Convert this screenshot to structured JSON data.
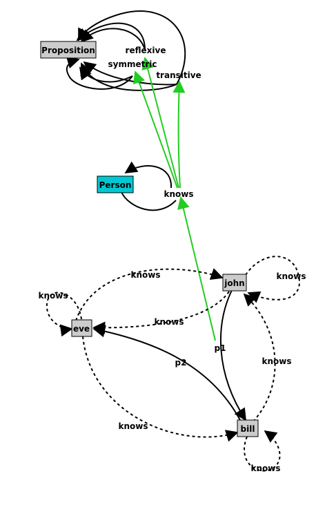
{
  "colors": {
    "node_gray": "#cccccc",
    "node_cyan": "#00c8d2",
    "edge_black": "#000000",
    "edge_green": "#22cc22"
  },
  "nodes": {
    "proposition": "Proposition",
    "person": "Person",
    "john": "john",
    "eve": "eve",
    "bill": "bill"
  },
  "labels": {
    "reflexive": "reflexive",
    "symmetric": "symmetric",
    "transitive": "transitive",
    "knows_property": "knows",
    "knows_john_loop": "knows",
    "knows_eve_loop": "knows",
    "knows_bill_loop": "knows",
    "knows_eve_to_john": "knows",
    "knows_john_to_eve": "knows",
    "knows_bill_to_john": "knows",
    "knows_eve_to_bill": "knows",
    "p1": "p1",
    "p2": "p2"
  }
}
